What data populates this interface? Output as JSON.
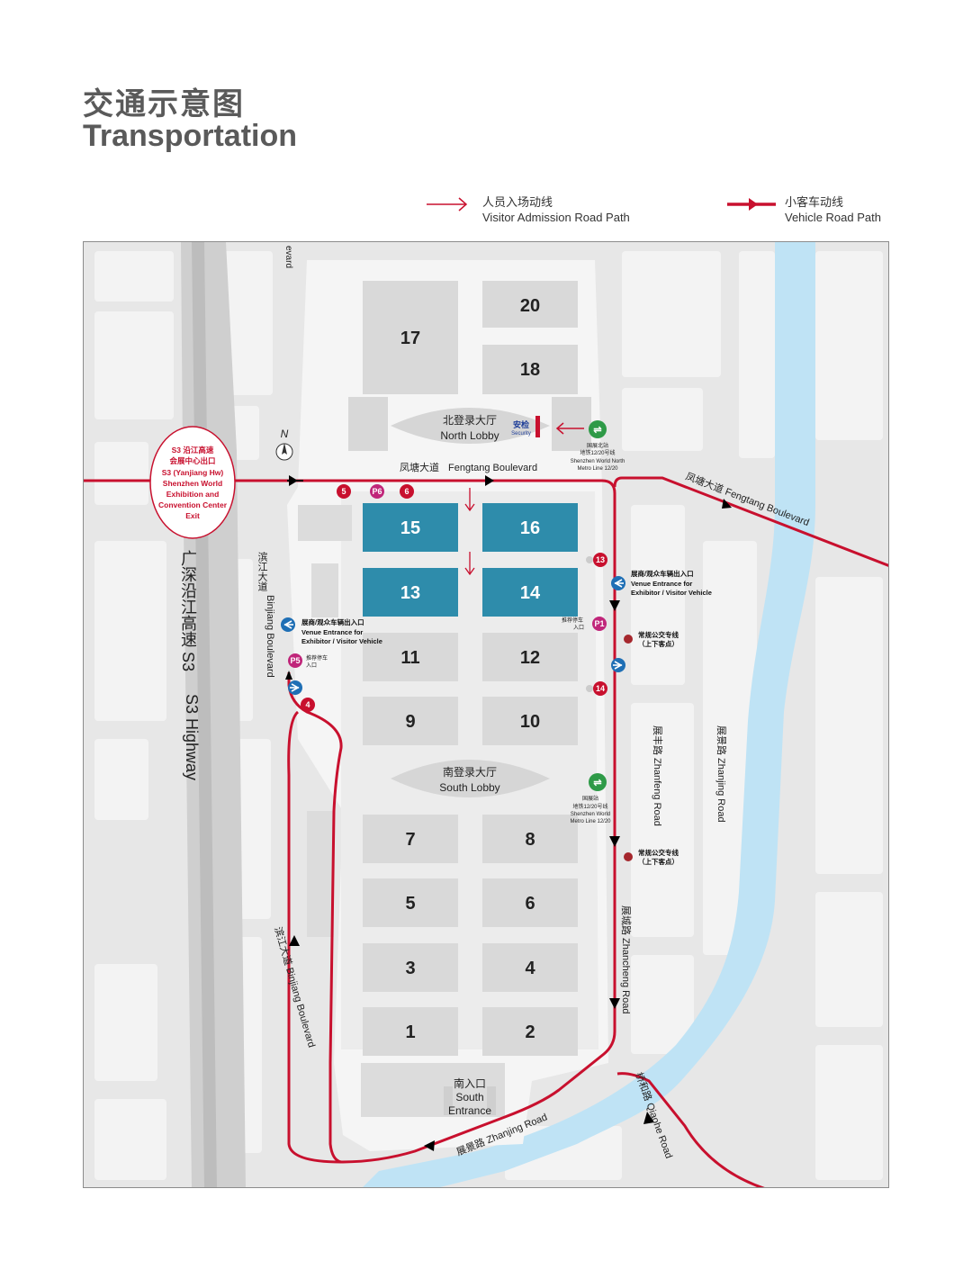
{
  "title_cn": "交通示意图",
  "title_en": "Transportation",
  "legend": {
    "visitor_cn": "人员入场动线",
    "visitor_en": "Visitor Admission Road Path",
    "vehicle_cn": "小客车动线",
    "vehicle_en": "Vehicle Road Path"
  },
  "halls": [
    {
      "label": "17"
    },
    {
      "label": "20"
    },
    {
      "label": "18"
    },
    {
      "label": "15"
    },
    {
      "label": "16"
    },
    {
      "label": "13"
    },
    {
      "label": "14"
    },
    {
      "label": "11"
    },
    {
      "label": "12"
    },
    {
      "label": "9"
    },
    {
      "label": "10"
    },
    {
      "label": "7"
    },
    {
      "label": "8"
    },
    {
      "label": "5"
    },
    {
      "label": "6"
    },
    {
      "label": "3"
    },
    {
      "label": "4"
    },
    {
      "label": "1"
    },
    {
      "label": "2"
    }
  ],
  "north_lobby": {
    "cn": "北登录大厅",
    "en": "North Lobby"
  },
  "south_lobby": {
    "cn": "南登录大厅",
    "en": "South Lobby"
  },
  "security": {
    "cn": "安检",
    "en": "Security"
  },
  "south_entrance": {
    "cn": "南入口",
    "en1": "South",
    "en2": "Entrance"
  },
  "exit_box": {
    "l1": "S3 沿江高速",
    "l2": "会展中心出口",
    "l3": "S3 (Yanjiang Hw)",
    "l4": "Shenzhen World",
    "l5": "Exhibition and",
    "l6": "Convention Center",
    "l7": "Exit"
  },
  "roads": {
    "fengtang_cn": "凤塘大道",
    "fengtang_en": "Fengtang Boulevard",
    "fengtang_east": "凤塘大道  Fengtang Boulevard",
    "binjiang_cn": "滨江大道",
    "binjiang_en": "Binjiang Boulevard",
    "binjiang_lower": "滨江大道  Binjiang Boulevard",
    "highway_cn": "广深沿江高速 S3",
    "highway_en": "S3 Highway",
    "zhanjing_south": "展景路  Zhanjing Road",
    "qiaohe": "桥和路  Qiaohe Road",
    "zhancheng": "展城路  Zhancheng Road",
    "zhanfeng": "展丰路  Zhanfeng Road",
    "zhanjing_east": "展景路  Zhanjing Road",
    "top_road_fragment": "evard"
  },
  "metro_north": {
    "l1": "国展北站",
    "l2": "地铁12/20号线",
    "l3": "Shenzhen World North",
    "l4": "Metro Line 12/20"
  },
  "metro_south": {
    "l1": "国展站",
    "l2": "地铁12/20号线",
    "l3": "Shenzhen World",
    "l4": "Metro Line 12/20"
  },
  "venue_entrance": {
    "cn": "展商/观众车辆出入口",
    "en1": "Venue Entrance for",
    "en2": "Exhibitor / Visitor Vehicle"
  },
  "parking": {
    "cn1": "推荐停车",
    "cn2": "入口"
  },
  "bus": {
    "cn": "常规公交专线",
    "sub": "（上下客点）"
  },
  "markers": {
    "g5": "5",
    "p6": "P6",
    "g6": "6",
    "g13": "13",
    "g14": "14",
    "g4": "4",
    "p1": "P1",
    "p5": "P5"
  },
  "compass": "N",
  "colors": {
    "route": "#c8102e",
    "hall_highlight": "#2e8cab",
    "hall": "#d9d9d9",
    "water": "#bfe3f5",
    "entrance_blue": "#1f6fb5",
    "parking_pink": "#c0267a"
  }
}
